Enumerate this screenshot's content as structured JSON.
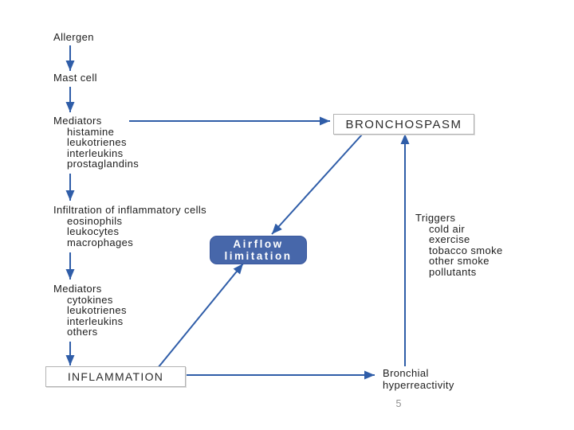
{
  "page": {
    "number": "5"
  },
  "colors": {
    "background": "#ffffff",
    "connector_blue": "#2f5da8",
    "airflow_box_fill": "#4767aa",
    "airflow_box_text": "#ffffff",
    "plain_box_border": "#b3b3b3",
    "text": "#1d1d1d",
    "page_number_gray": "#8f8f8f"
  },
  "diagram": {
    "allergen": {
      "label": "Allergen"
    },
    "mast_cell": {
      "label": "Mast cell"
    },
    "mediators1": {
      "label": "Mediators",
      "items": [
        "histamine",
        "leukotrienes",
        "interleukins",
        "prostaglandins"
      ]
    },
    "bronchospasm": {
      "label": "BRONCHOSPASM"
    },
    "infiltration": {
      "label": "Infiltration of inflammatory cells",
      "items": [
        "eosinophils",
        "leukocytes",
        "macrophages"
      ]
    },
    "airflow": {
      "line1": "Airflow",
      "line2": "limitation"
    },
    "triggers": {
      "label": "Triggers",
      "items": [
        "cold air",
        "exercise",
        "tobacco smoke",
        "other smoke",
        "pollutants"
      ]
    },
    "mediators2": {
      "label": "Mediators",
      "items": [
        "cytokines",
        "leukotrienes",
        "interleukins",
        "others"
      ]
    },
    "inflammation": {
      "label": "INFLAMMATION"
    },
    "bronchial": {
      "line1": "Bronchial",
      "line2": "hyperreactivity"
    }
  }
}
